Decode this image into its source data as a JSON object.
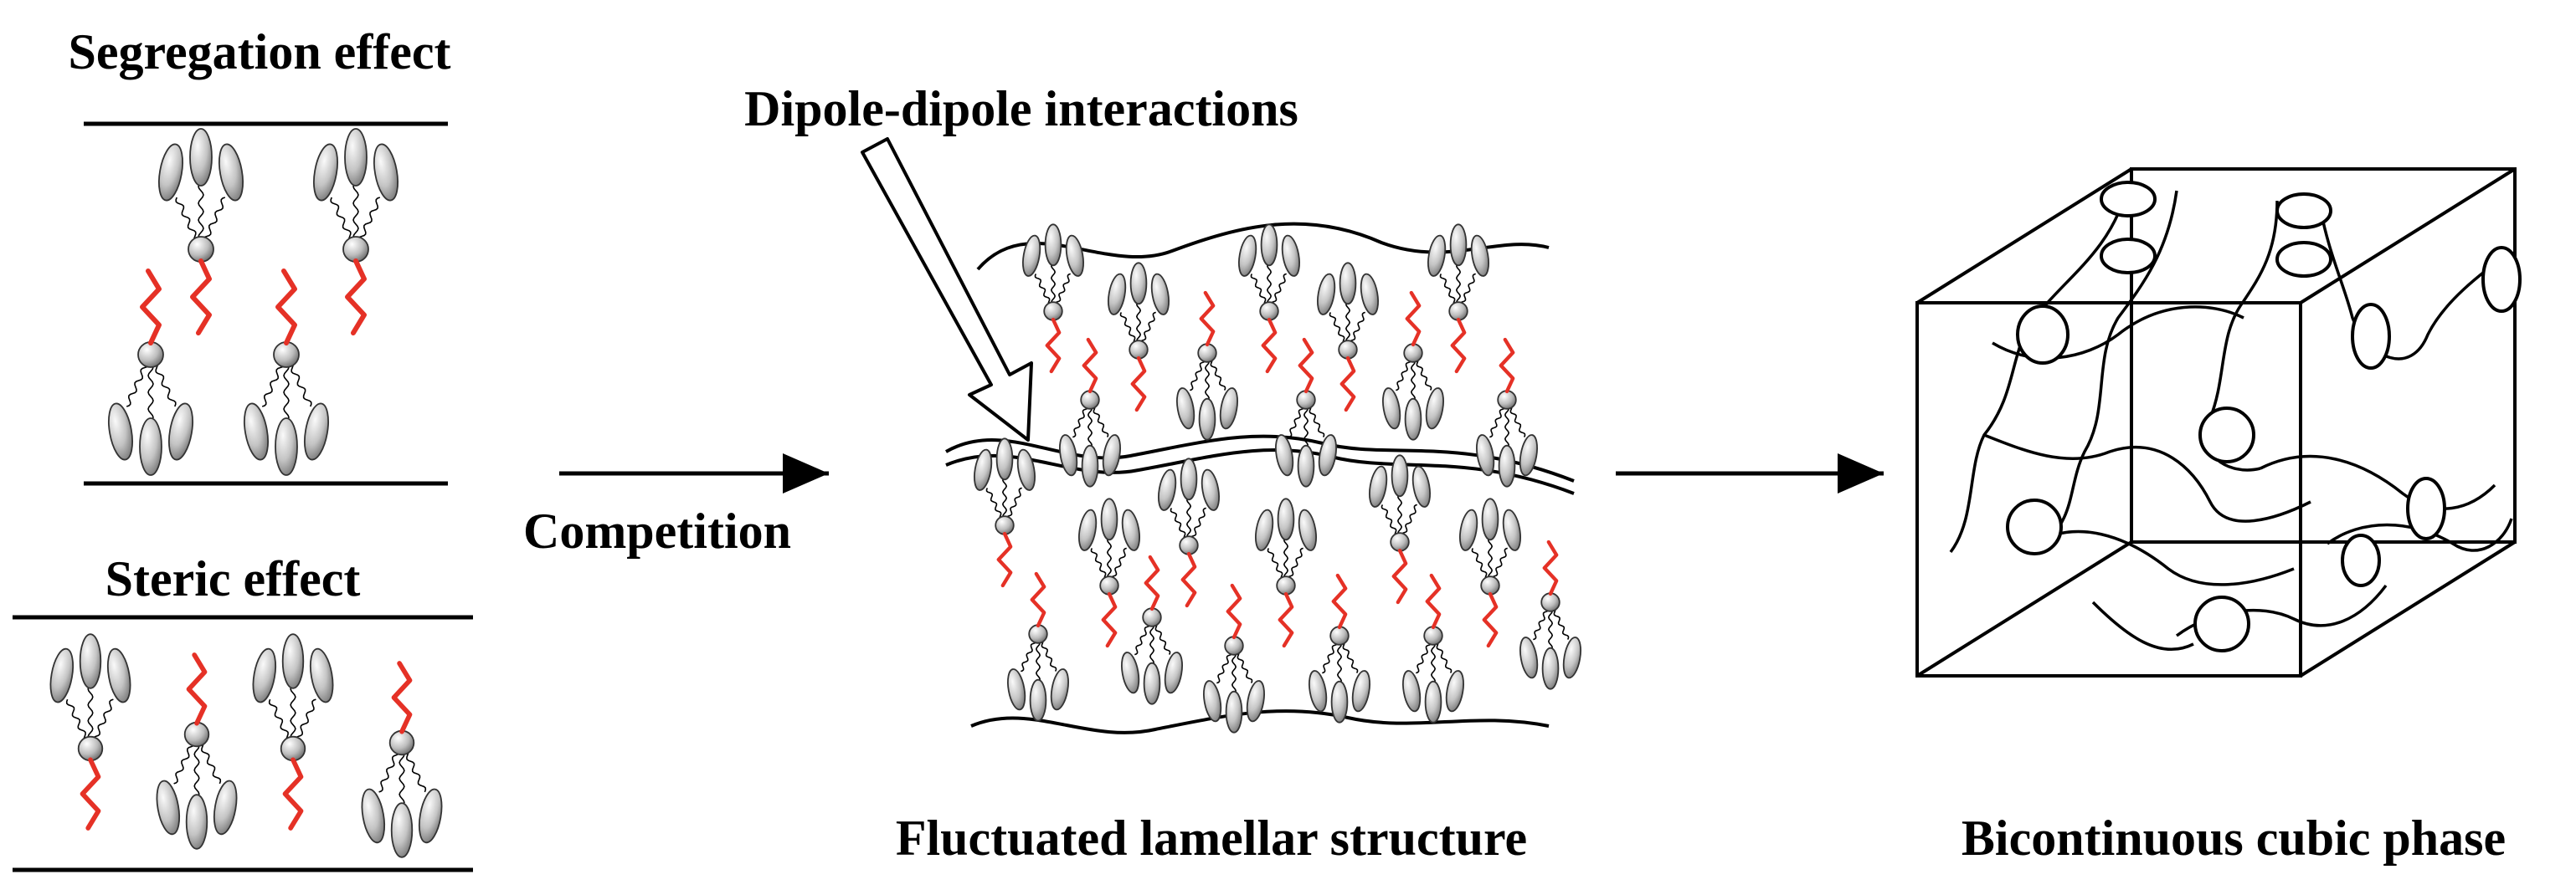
{
  "labels": {
    "segregation": "Segregation effect",
    "steric": "Steric effect",
    "dipole": "Dipole-dipole interactions",
    "competition": "Competition",
    "lamellar": "Fluctuated lamellar structure",
    "cubic": "Bicontinuous cubic phase"
  },
  "colors": {
    "ink": "#000000",
    "tail": "#e53126",
    "ellipse_light": "#fafafa",
    "ellipse_mid": "#c4c4c4",
    "ellipse_dark": "#6f6f6f"
  }
}
